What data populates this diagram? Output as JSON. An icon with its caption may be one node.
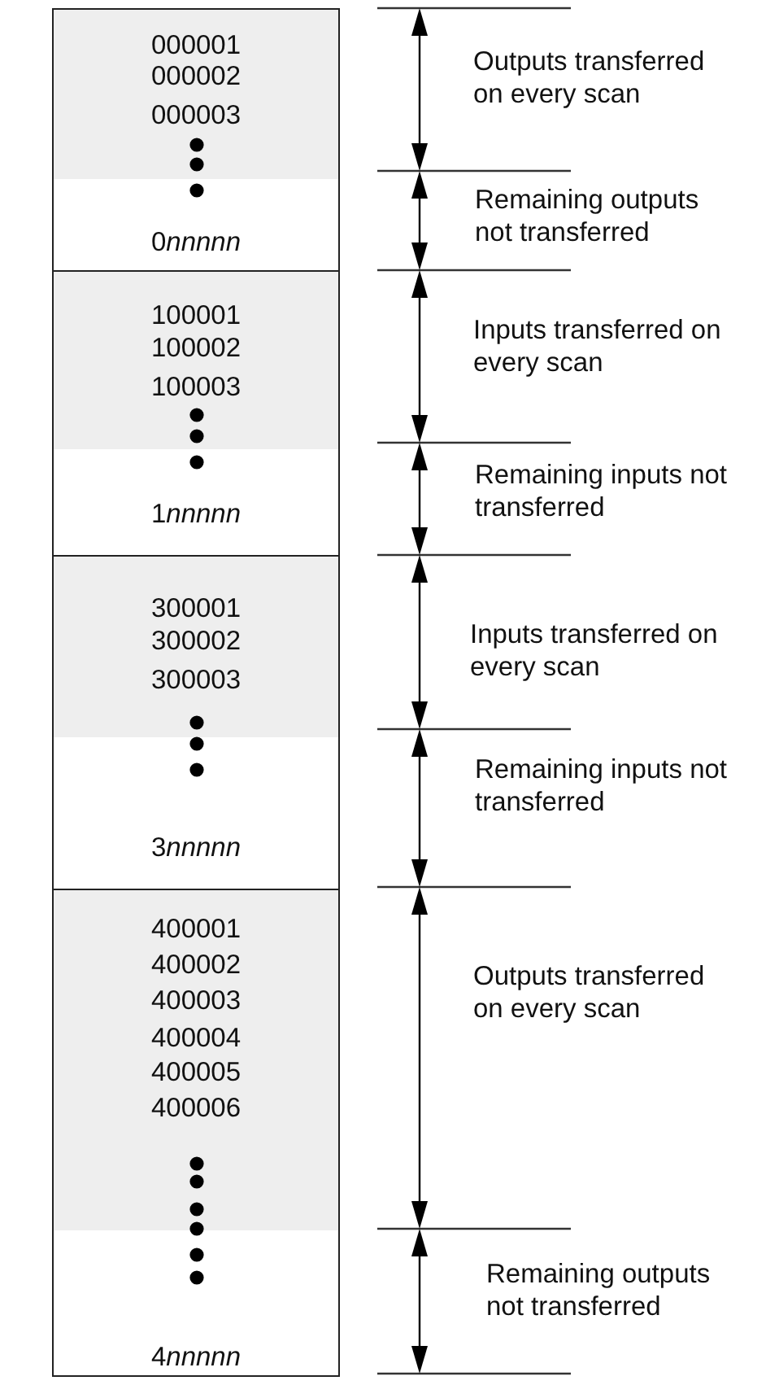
{
  "diagram": {
    "nodes": [
      {
        "text": [
          "000001",
          "000002",
          "000003",
          "0nnnnn"
        ]
      },
      {
        "text": [
          "100001",
          "100002",
          "100003",
          "1nnnnn"
        ]
      },
      {
        "text": [
          "300001",
          "300002",
          "300003",
          "3nnnnn"
        ]
      },
      {
        "text": [
          "400001",
          "400002",
          "400003",
          "400004",
          "400005",
          "400006",
          "4nnnnn"
        ]
      }
    ],
    "labels": [
      "Outputs transferred on every scan",
      "Remaining outputs not transferred",
      "Inputs transferred on every scan",
      "Remaining inputs not transferred",
      "Inputs transferred on every scan",
      "Remaining inputs not transferred",
      "Outputs transferred on every scan",
      "Remaining outputs not transferred"
    ]
  }
}
